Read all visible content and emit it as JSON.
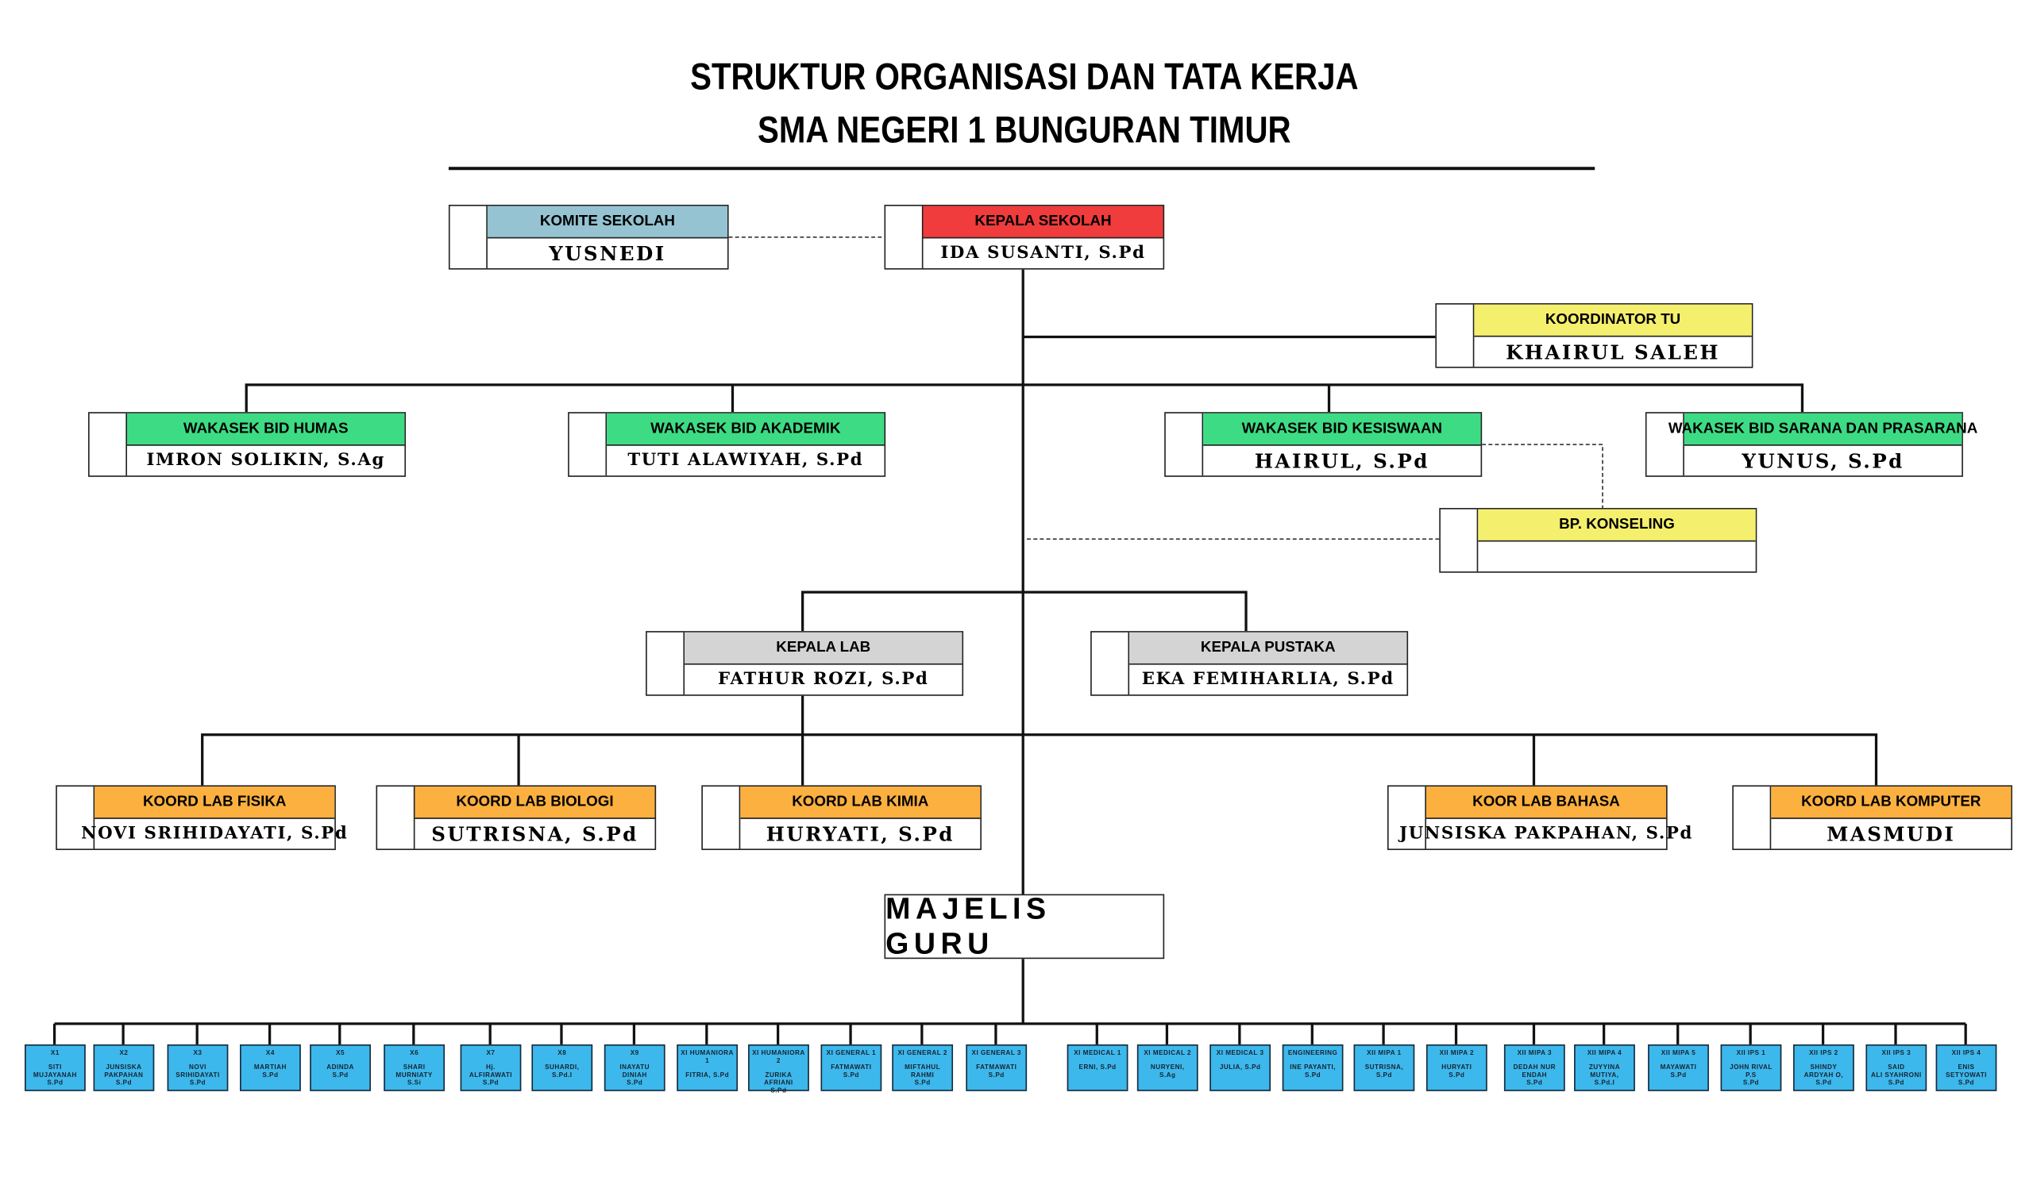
{
  "title": {
    "line1": "STRUKTUR ORGANISASI DAN TATA KERJA",
    "line2": "SMA NEGERI 1 BUNGURAN TIMUR"
  },
  "colors": {
    "komite": "#95c3d2",
    "kepala": "#f03c3c",
    "yellow": "#f5ef6e",
    "green": "#3ddc84",
    "gray": "#d4d4d4",
    "orange": "#fbb040",
    "blue": "#3cb8ec"
  },
  "positions": [
    {
      "key": "komite",
      "role": "KOMITE SEKOLAH",
      "name": "YUSNEDI",
      "color": "#95c3d2"
    },
    {
      "key": "kepala",
      "role": "KEPALA SEKOLAH",
      "name": "IDA SUSANTI, S.Pd",
      "color": "#f03c3c"
    },
    {
      "key": "tu",
      "role": "KOORDINATOR TU",
      "name": "KHAIRUL SALEH",
      "color": "#f5ef6e"
    },
    {
      "key": "humas",
      "role": "WAKASEK BID HUMAS",
      "name": "IMRON SOLIKIN, S.Ag",
      "color": "#3ddc84"
    },
    {
      "key": "akademik",
      "role": "WAKASEK BID AKADEMIK",
      "name": "TUTI ALAWIYAH, S.Pd",
      "color": "#3ddc84"
    },
    {
      "key": "kesiswaan",
      "role": "WAKASEK BID KESISWAAN",
      "name": "HAIRUL, S.Pd",
      "color": "#3ddc84"
    },
    {
      "key": "sarana",
      "role": "WAKASEK BID SARANA DAN PRASARANA",
      "name": "YUNUS, S.Pd",
      "color": "#3ddc84"
    },
    {
      "key": "bp",
      "role": "BP. KONSELING",
      "name": "",
      "color": "#f5ef6e"
    },
    {
      "key": "lab",
      "role": "KEPALA LAB",
      "name": "FATHUR ROZI, S.Pd",
      "color": "#d4d4d4"
    },
    {
      "key": "pustaka",
      "role": "KEPALA PUSTAKA",
      "name": "EKA FEMIHARLIA, S.Pd",
      "color": "#d4d4d4"
    },
    {
      "key": "fisika",
      "role": "KOORD LAB FISIKA",
      "name": "NOVI SRIHIDAYATI, S.Pd",
      "color": "#fbb040"
    },
    {
      "key": "biologi",
      "role": "KOORD LAB BIOLOGI",
      "name": "SUTRISNA, S.Pd",
      "color": "#fbb040"
    },
    {
      "key": "kimia",
      "role": "KOORD LAB KIMIA",
      "name": "HURYATI, S.Pd",
      "color": "#fbb040"
    },
    {
      "key": "bahasa",
      "role": "KOOR LAB BAHASA",
      "name": "JUNSISKA PAKPAHAN, S.Pd",
      "color": "#fbb040"
    },
    {
      "key": "komputer",
      "role": "KOORD LAB KOMPUTER",
      "name": "MASMUDI",
      "color": "#fbb040"
    }
  ],
  "majelis": "MAJELIS GURU",
  "classes": [
    {
      "c": "X1",
      "t": "SITI\nMUJAYANAH\nS.Pd"
    },
    {
      "c": "X2",
      "t": "JUNSISKA\nPAKPAHAN\nS.Pd"
    },
    {
      "c": "X3",
      "t": "NOVI\nSRIHIDAYATI\nS.Pd"
    },
    {
      "c": "X4",
      "t": "MARTIAH\nS.Pd"
    },
    {
      "c": "X5",
      "t": "ADINDA\nS.Pd"
    },
    {
      "c": "X6",
      "t": "SHARI\nMURNIATY\nS.Si"
    },
    {
      "c": "X7",
      "t": "Hj.\nALFIRAWATI\nS.Pd"
    },
    {
      "c": "X8",
      "t": "SUHARDI,\nS.Pd.I"
    },
    {
      "c": "X9",
      "t": "INAYATU\nDINIAH\nS.Pd"
    },
    {
      "c": "XI HUMANIORA 1",
      "t": "FITRIA, S.Pd"
    },
    {
      "c": "XI HUMANIORA 2",
      "t": "ZURIKA\nAFRIANI\nS.Pd"
    },
    {
      "c": "XI GENERAL 1",
      "t": "FATMAWATI\nS.Pd"
    },
    {
      "c": "XI GENERAL 2",
      "t": "MIFTAHUL\nRAHMI\nS.Pd"
    },
    {
      "c": "XI GENERAL 3",
      "t": "FATMAWATI\nS.Pd"
    },
    {
      "c": "XI MEDICAL 1",
      "t": "ERNI, S.Pd"
    },
    {
      "c": "XI MEDICAL 2",
      "t": "NURYENI,\nS.Ag"
    },
    {
      "c": "XI MEDICAL 3",
      "t": "JULIA, S.Pd"
    },
    {
      "c": "ENGINEERING",
      "t": "INE PAYANTI,\nS.Pd"
    },
    {
      "c": "XII MIPA 1",
      "t": "SUTRISNA,\nS.Pd"
    },
    {
      "c": "XII MIPA 2",
      "t": "HURYATI\nS.Pd"
    },
    {
      "c": "XII MIPA 3",
      "t": "DEDAH NUR\nENDAH\nS.Pd"
    },
    {
      "c": "XII MIPA 4",
      "t": "ZUYYINA\nMUTIYA,\nS.Pd.I"
    },
    {
      "c": "XII MIPA 5",
      "t": "MAYAWATI\nS.Pd"
    },
    {
      "c": "XII IPS 1",
      "t": "JOHN RIVAL\nP.S\nS.Pd"
    },
    {
      "c": "XII IPS 2",
      "t": "SHINDY\nARDYAH O,\nS.Pd"
    },
    {
      "c": "XII IPS 3",
      "t": "SAID\nALI SYAHRONI\nS.Pd"
    },
    {
      "c": "XII IPS 4",
      "t": "ENIS\nSETYOWATI\nS.Pd"
    }
  ]
}
